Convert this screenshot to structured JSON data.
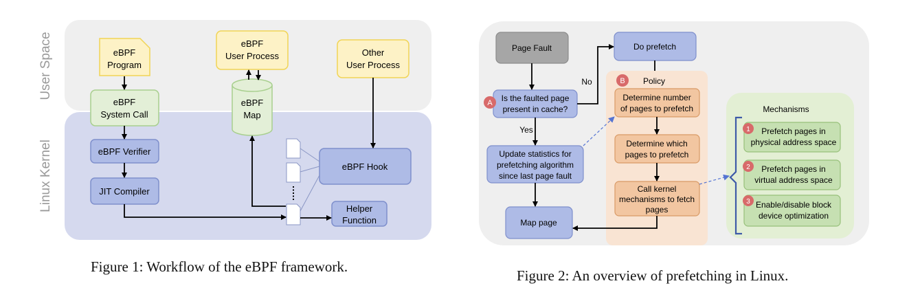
{
  "figure1": {
    "regions": {
      "user_space": "User Space",
      "linux_kernel": "Linux Kernel"
    },
    "nodes": {
      "ebpf_program": [
        "eBPF",
        "Program"
      ],
      "ebpf_user_process": [
        "eBPF",
        "User Process"
      ],
      "other_user_process": [
        "Other",
        "User Process"
      ],
      "ebpf_system_call": [
        "eBPF",
        "System Call"
      ],
      "ebpf_map": [
        "eBPF",
        "Map"
      ],
      "ebpf_verifier": "eBPF Verifier",
      "jit_compiler": "JIT Compiler",
      "ebpf_hook": "eBPF Hook",
      "helper_function": [
        "Helper",
        "Function"
      ]
    },
    "caption": "Figure 1: Workflow of the eBPF framework."
  },
  "figure2": {
    "nodes": {
      "page_fault": "Page Fault",
      "do_prefetch": "Do prefetch",
      "is_cached": [
        "Is the faulted page",
        "present in cache?"
      ],
      "update_stats": [
        "Update statistics for",
        "prefetching algorithm",
        "since last page fault"
      ],
      "map_page": "Map page"
    },
    "edge_labels": {
      "no": "No",
      "yes": "Yes"
    },
    "markers": {
      "a": "A",
      "b": "B"
    },
    "policy": {
      "title": "Policy",
      "steps": [
        [
          "Determine number",
          "of pages to prefetch"
        ],
        [
          "Determine which",
          "pages to prefetch"
        ],
        [
          "Call kernel",
          "mechanisms to fetch",
          "pages"
        ]
      ]
    },
    "mechanisms": {
      "title": "Mechanisms",
      "items": [
        {
          "num": "1",
          "lines": [
            "Prefetch pages in",
            "physical address space"
          ]
        },
        {
          "num": "2",
          "lines": [
            "Prefetch pages in",
            "virtual address space"
          ]
        },
        {
          "num": "3",
          "lines": [
            "Enable/disable block",
            "device optimization"
          ]
        }
      ]
    },
    "caption": "Figure 2: An overview of prefetching in Linux."
  },
  "colors": {
    "user_space_bg": "#efefef",
    "kernel_bg": "#d5d9ee",
    "yellow_fill": "#fdf2c6",
    "yellow_stroke": "#f1d455",
    "green_fill": "#e3efd7",
    "green_stroke": "#a8cf8e",
    "blue_fill": "#aebbe6",
    "blue_stroke": "#7e8fcc",
    "gray_fill": "#a6a6a6",
    "orange_bg": "#f9e4d3",
    "orange_fill": "#f2c6a1",
    "orange_stroke": "#d99a66",
    "mech_bg": "#e3efd4",
    "mech_fill": "#c6e0b2",
    "marker_red": "#d86a6a",
    "dashed_blue": "#5574d2"
  }
}
